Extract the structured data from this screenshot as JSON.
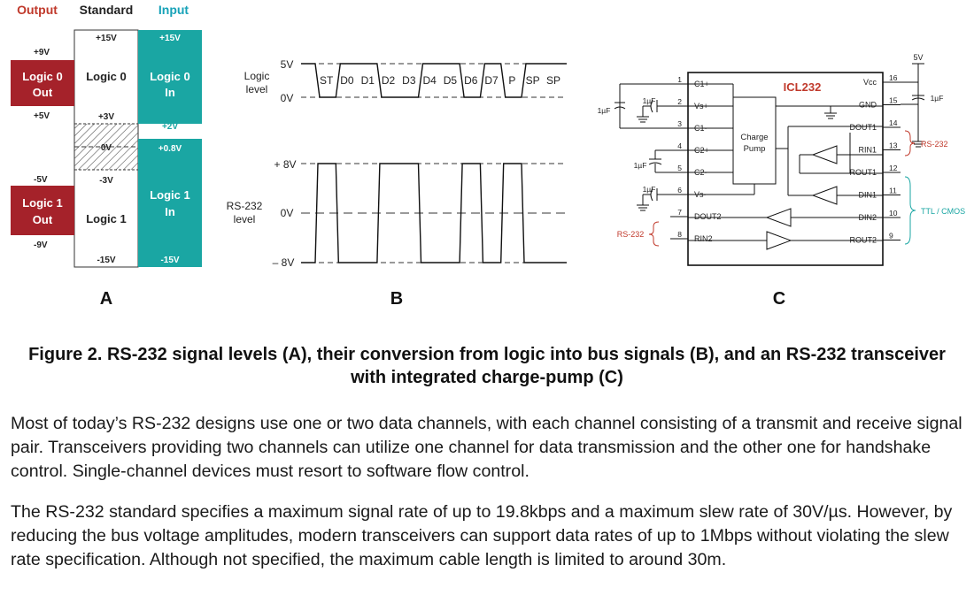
{
  "panelA": {
    "headers": {
      "output": "Output",
      "standard": "Standard",
      "input": "Input"
    },
    "output_labels": {
      "p9": "+9V",
      "p5": "+5V",
      "m5": "-5V",
      "m9": "-9V"
    },
    "output_boxes": {
      "logic0": [
        "Logic 0",
        "Out"
      ],
      "logic1": [
        "Logic 1",
        "Out"
      ]
    },
    "standard_labels": {
      "p15": "+15V",
      "p3": "+3V",
      "zero": "0V",
      "m3": "-3V",
      "m15": "-15V"
    },
    "standard_boxes": {
      "logic0": "Logic 0",
      "logic1": "Logic 1"
    },
    "input_labels": {
      "p15": "+15V",
      "p2": "+2V",
      "p08": "+0.8V",
      "m15": "-15V"
    },
    "input_boxes": {
      "logic0": [
        "Logic 0",
        "In"
      ],
      "logic1": [
        "Logic 1",
        "In"
      ]
    },
    "letter": "A",
    "colors": {
      "output_red": "#a5222a",
      "input_teal": "#1aa6a3",
      "header_red": "#c0392b",
      "header_teal": "#17a2b8"
    }
  },
  "panelB": {
    "logic_label": [
      "Logic",
      "level"
    ],
    "logic_levels": {
      "high": "5V",
      "low": "0V"
    },
    "bits": [
      "ST",
      "D0",
      "D1",
      "D2",
      "D3",
      "D4",
      "D5",
      "D6",
      "D7",
      "P",
      "SP",
      "SP"
    ],
    "rs232_label": [
      "RS-232",
      "level"
    ],
    "rs232_levels": {
      "high": "+ 8V",
      "zero": "0V",
      "low": "– 8V"
    },
    "letter": "B"
  },
  "panelC": {
    "chip_name": "ICL232",
    "charge_pump": [
      "Charge",
      "Pump"
    ],
    "left_pins": [
      {
        "num": "1",
        "name": "C1+"
      },
      {
        "num": "2",
        "name": "Vs+"
      },
      {
        "num": "3",
        "name": "C1-"
      },
      {
        "num": "4",
        "name": "C2+"
      },
      {
        "num": "5",
        "name": "C2-"
      },
      {
        "num": "6",
        "name": "Vs-"
      },
      {
        "num": "7",
        "name": "DOUT2"
      },
      {
        "num": "8",
        "name": "RIN2"
      }
    ],
    "right_pins": [
      {
        "num": "16",
        "name": "Vcc"
      },
      {
        "num": "15",
        "name": "GND"
      },
      {
        "num": "14",
        "name": "DOUT1"
      },
      {
        "num": "13",
        "name": "RIN1"
      },
      {
        "num": "12",
        "name": "ROUT1"
      },
      {
        "num": "11",
        "name": "DIN1"
      },
      {
        "num": "10",
        "name": "DIN2"
      },
      {
        "num": "9",
        "name": "ROUT2"
      }
    ],
    "cap_label": "1µF",
    "supply": "5V",
    "rs232_label": "RS-232",
    "ttl_label": "TTL / CMOS",
    "letter": "C",
    "colors": {
      "chip_name_red": "#c0392b",
      "rs232_red": "#c0392b",
      "ttl_teal": "#1aa6a3"
    }
  },
  "caption": [
    "Figure 2. RS-232 signal levels (A), their conversion from logic into bus signals (B), and an RS-232 transceiver",
    "with integrated charge-pump (C)"
  ],
  "paragraphs": [
    "Most of today’s RS-232 designs use one or two data channels, with each channel consisting of a transmit and receive signal pair. Transceivers providing two channels can utilize one channel for data transmission and the other one for handshake control. Single-channel devices must resort to software flow control.",
    "The RS-232 standard specifies a maximum signal rate of up to 19.8kbps and a maximum slew rate of 30V/µs. However, by reducing the bus voltage amplitudes, modern transceivers can support data rates of up to 1Mbps without violating the slew rate specification. Although not specified, the maximum cable length is limited to around 30m."
  ]
}
